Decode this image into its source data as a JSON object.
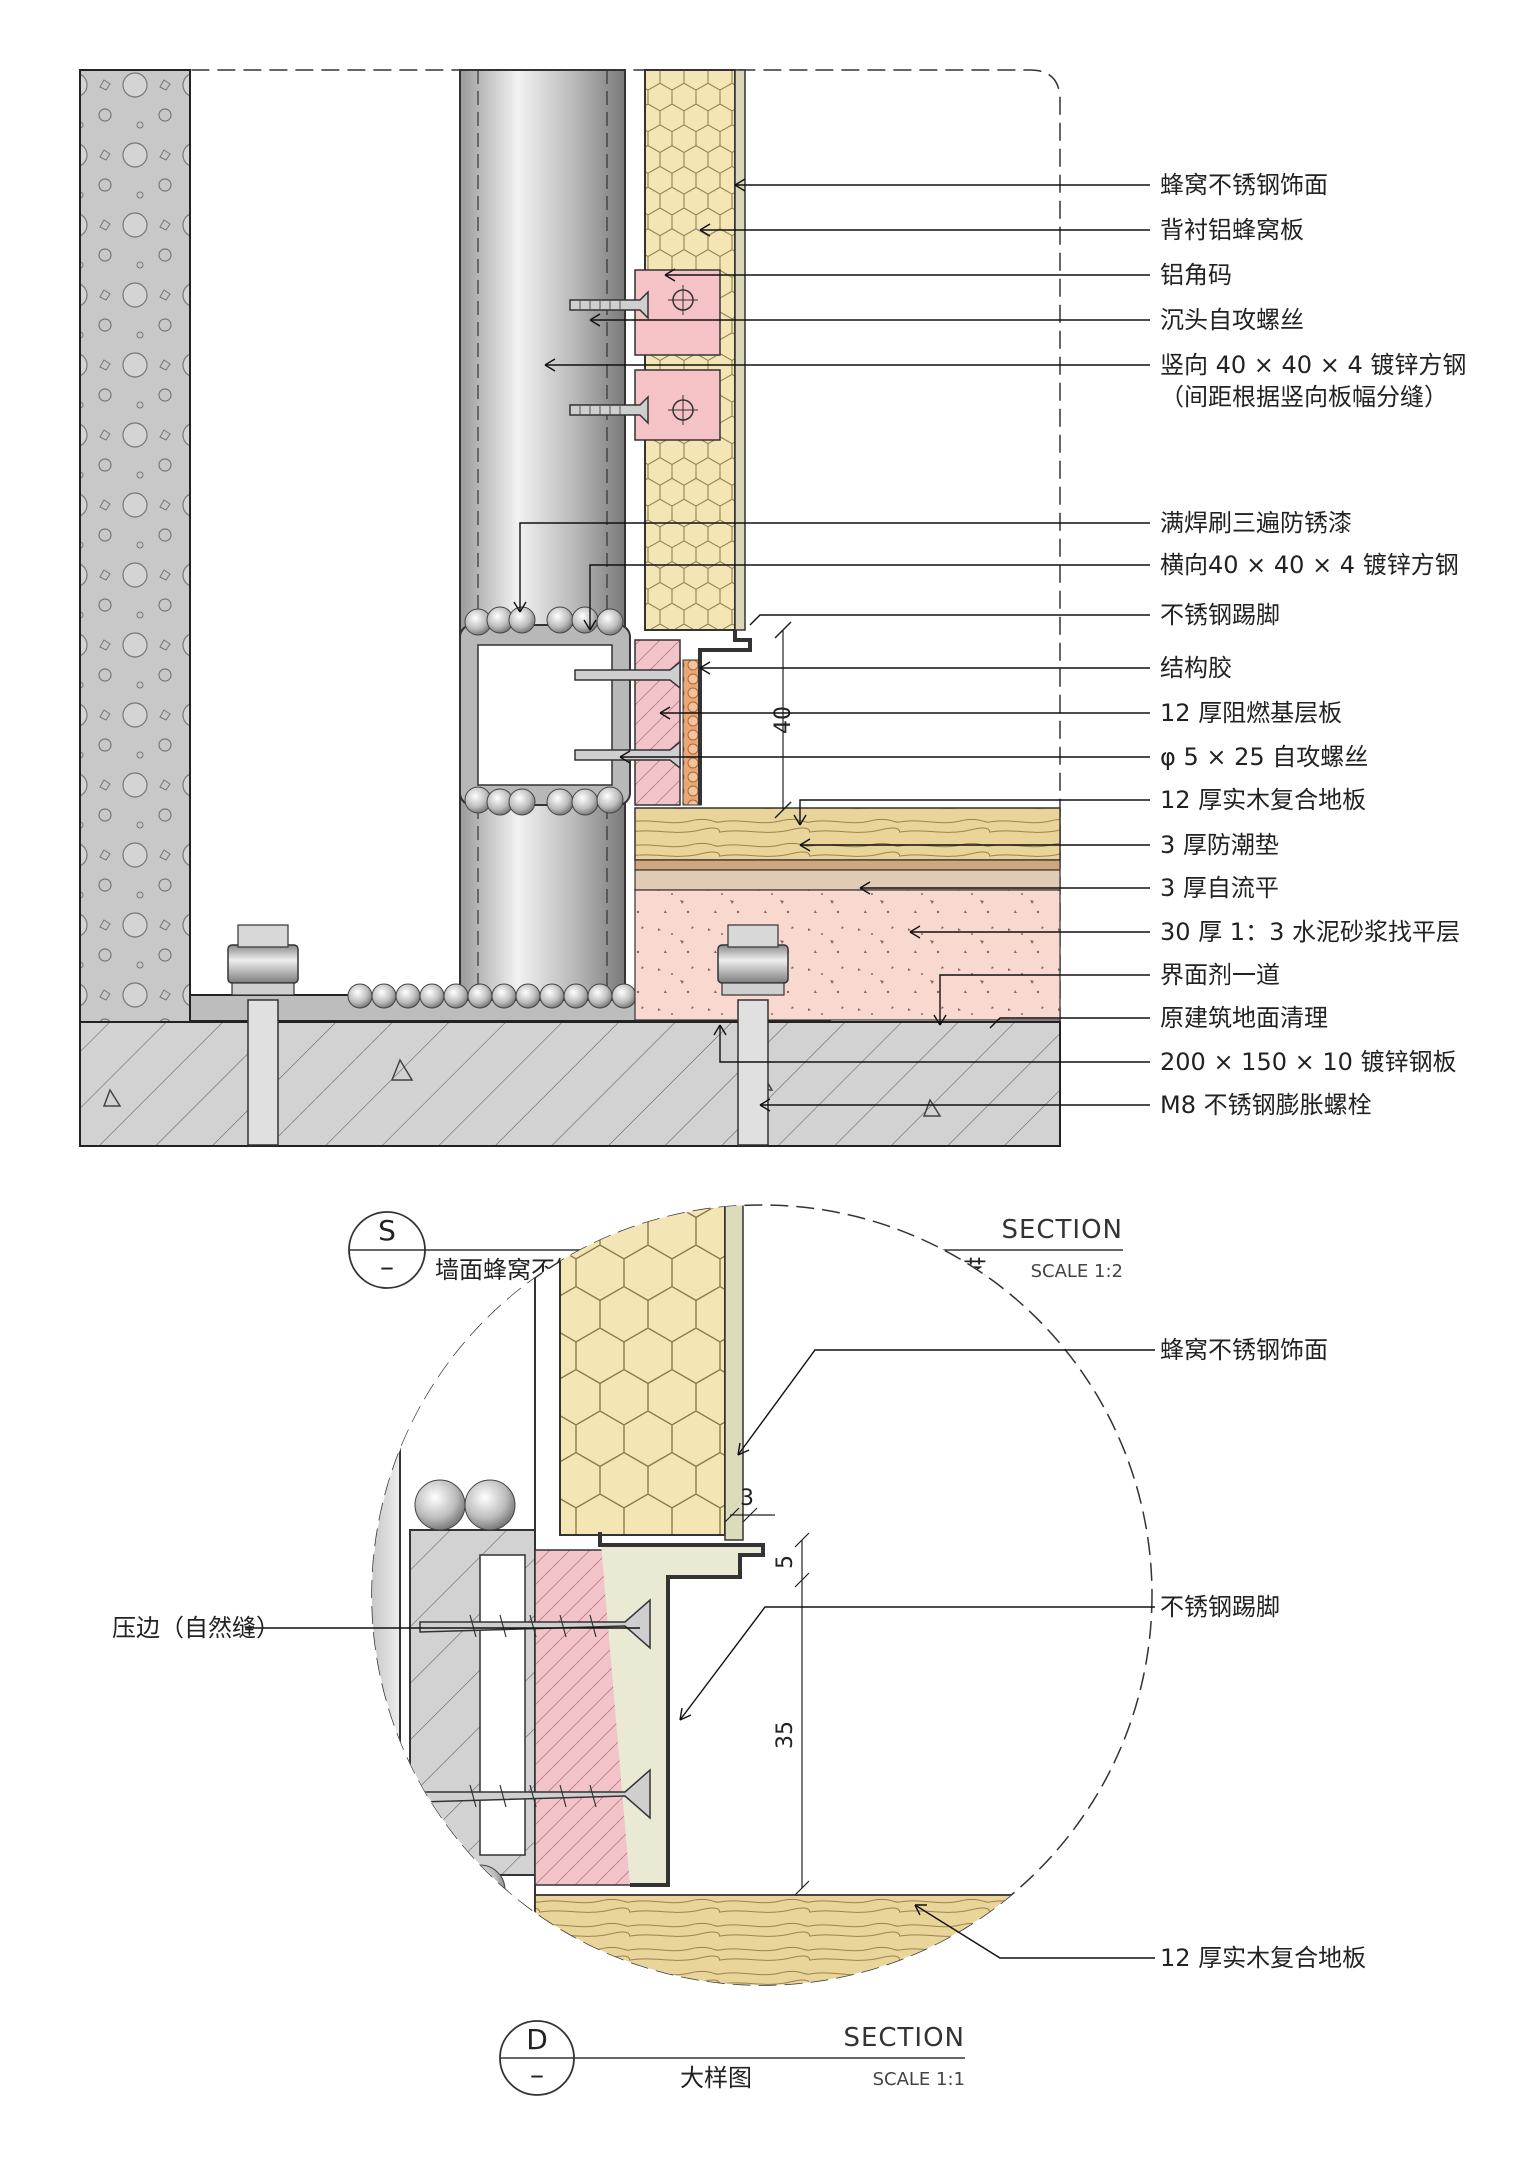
{
  "section_s": {
    "labels": [
      "蜂窝不锈钢饰面",
      "背衬铝蜂窝板",
      "铝角码",
      "沉头自攻螺丝",
      "竖向 40 × 40 × 4 镀锌方钢",
      "（间距根据竖向板幅分缝）",
      "满焊刷三遍防锈漆",
      "横向40 × 40 × 4 镀锌方钢",
      "不锈钢踢脚",
      "结构胶",
      "12 厚阻燃基层板",
      "φ 5 × 25 自攻螺丝",
      "12 厚实木复合地板",
      "3 厚防潮垫",
      "3 厚自流平",
      "30 厚 1：3 水泥砂浆找平层",
      "界面剂一道",
      "原建筑地面清理",
      "200 × 150 × 10 镀锌钢板",
      "M8 不锈钢膨胀螺栓"
    ],
    "dim_40": "40",
    "title": {
      "bubble_top": "S",
      "bubble_bottom": "–",
      "word": "SECTION",
      "name": "墙面蜂窝不锈钢、不锈钢踢脚与地面木地板压边工艺",
      "scale": "SCALE 1:2"
    }
  },
  "section_d": {
    "labels": {
      "face": "蜂窝不锈钢饰面",
      "skirting": "不锈钢踢脚",
      "floor": "12 厚实木复合地板",
      "edge": "压边（自然缝）"
    },
    "dims": {
      "d3": "3",
      "d5": "5",
      "d35": "35"
    },
    "title": {
      "bubble_top": "D",
      "bubble_bottom": "–",
      "word": "SECTION",
      "name": "大样图",
      "scale": "SCALE 1:1"
    }
  }
}
